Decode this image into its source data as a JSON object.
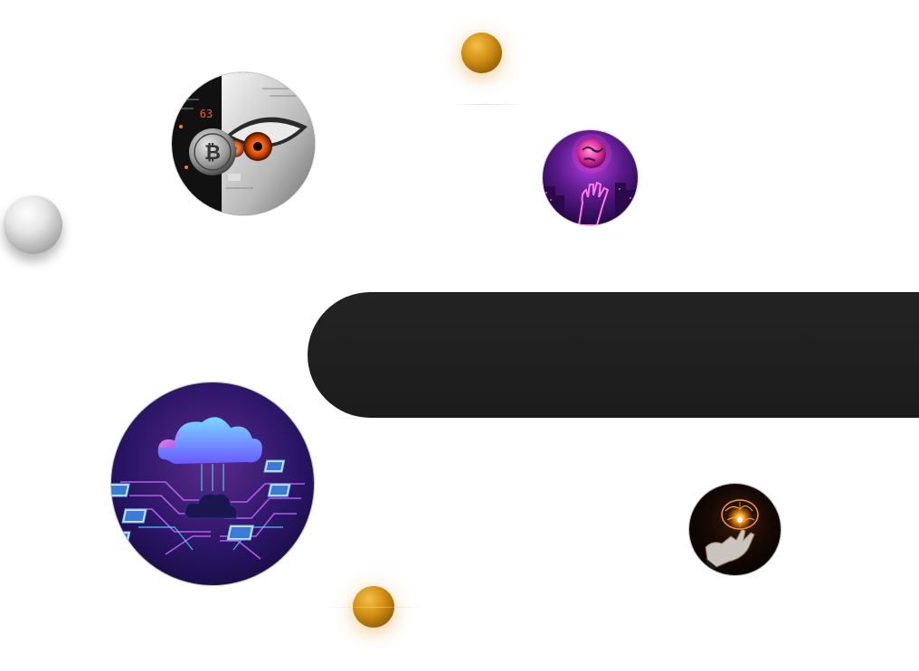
{
  "images": {
    "crypto_eye": {
      "icon": "crypto-eye-image",
      "label": "63"
    },
    "globe_hand": {
      "icon": "neon-globe-hand-image"
    },
    "cloud_network": {
      "icon": "cloud-network-image"
    },
    "brain_hand": {
      "icon": "glowing-brain-hand-image"
    }
  },
  "orbs": {
    "gold_top": {
      "color": "#d39116"
    },
    "gold_bottom": {
      "color": "#d39116"
    },
    "silver_left": {
      "color": "#cfcfcf"
    }
  },
  "banner": {
    "color": "#1f1f1f"
  }
}
